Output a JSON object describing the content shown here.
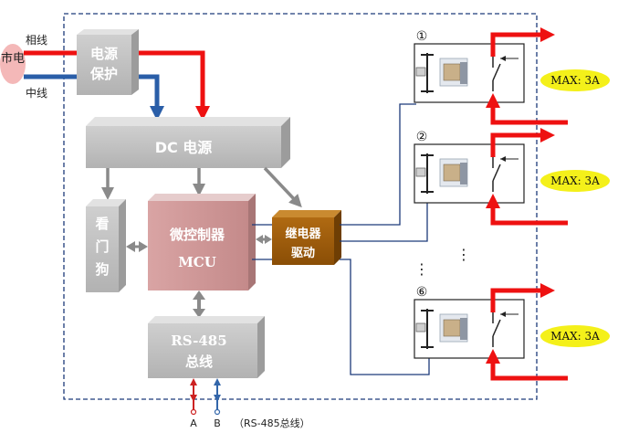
{
  "mains": {
    "label": "市电",
    "line_label": "相线",
    "neutral_label": "中线"
  },
  "power_protection": "电源保护",
  "dc_supply": "DC 电源",
  "watchdog": "看门狗",
  "mcu": {
    "line1": "微控制器",
    "line2": "MCU"
  },
  "relay_driver": {
    "line1": "继电器",
    "line2": "驱动"
  },
  "rs485": {
    "line1": "RS-485",
    "line2": "总线"
  },
  "bus_terminals": {
    "a": "A",
    "b": "B",
    "caption": "（RS-485总线）"
  },
  "channels": [
    {
      "number": "①",
      "max_label": "MAX: 3A"
    },
    {
      "number": "②",
      "max_label": "MAX: 3A"
    },
    {
      "number": "⑥",
      "max_label": "MAX: 3A"
    }
  ],
  "ellipsis": "⋮",
  "colors": {
    "phase_line": "#ee1111",
    "neutral_line": "#2a5ea8",
    "block_gray": "#bdbdbd",
    "mcu_pink": "#cf9a9a",
    "relay_brown": "#9a5a0a",
    "max_badge": "#f4f01a",
    "mains_badge": "#f4b8b8",
    "signal_line": "#1c3a7a"
  }
}
